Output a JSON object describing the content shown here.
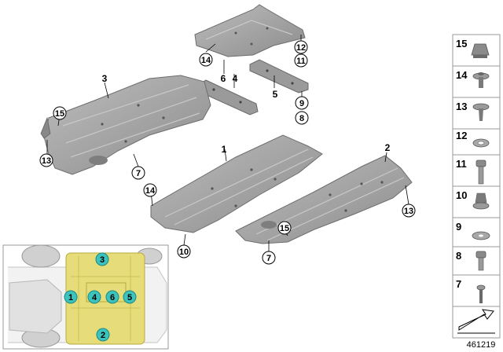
{
  "diagram_id": "461219",
  "colors": {
    "panel_fill": "#a3a3a3",
    "panel_edge": "#6e6e6e",
    "highlight": "#e6dc7a",
    "callout_teal": "#3cc3be",
    "box_border": "#9a9a9a"
  },
  "part_labels": {
    "p1": "1",
    "p2": "2",
    "p3": "3",
    "p4": "4",
    "p5": "5",
    "p6": "6"
  },
  "callouts": {
    "c7a": "7",
    "c7b": "7",
    "c8": "8",
    "c9": "9",
    "c10": "10",
    "c11": "11",
    "c12": "12",
    "c13a": "13",
    "c13b": "13",
    "c14a": "14",
    "c14b": "14",
    "c15a": "15",
    "c15b": "15"
  },
  "side_parts": [
    "15",
    "14",
    "13",
    "12",
    "11",
    "10",
    "9",
    "8",
    "7"
  ],
  "locator": {
    "markers": [
      "1",
      "2",
      "3",
      "4",
      "5",
      "6"
    ]
  }
}
